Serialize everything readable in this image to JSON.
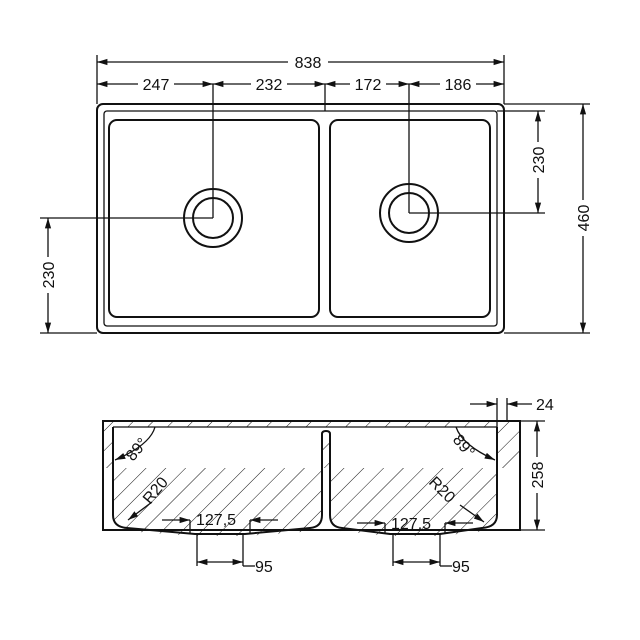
{
  "plan_view": {
    "overall_width": "838",
    "segments": [
      "247",
      "232",
      "172",
      "186"
    ],
    "right_height": "230",
    "overall_depth": "460",
    "left_height": "230"
  },
  "section_view": {
    "rim": "24",
    "height": "258",
    "angle_left": "89°",
    "angle_right": "89°",
    "radius_left": "R20",
    "radius_right": "R20",
    "drain_top_left": "127,5",
    "drain_top_right": "127,5",
    "drain_bottom_left": "95",
    "drain_bottom_right": "95"
  },
  "colors": {
    "line": "#111111",
    "background": "#ffffff"
  }
}
